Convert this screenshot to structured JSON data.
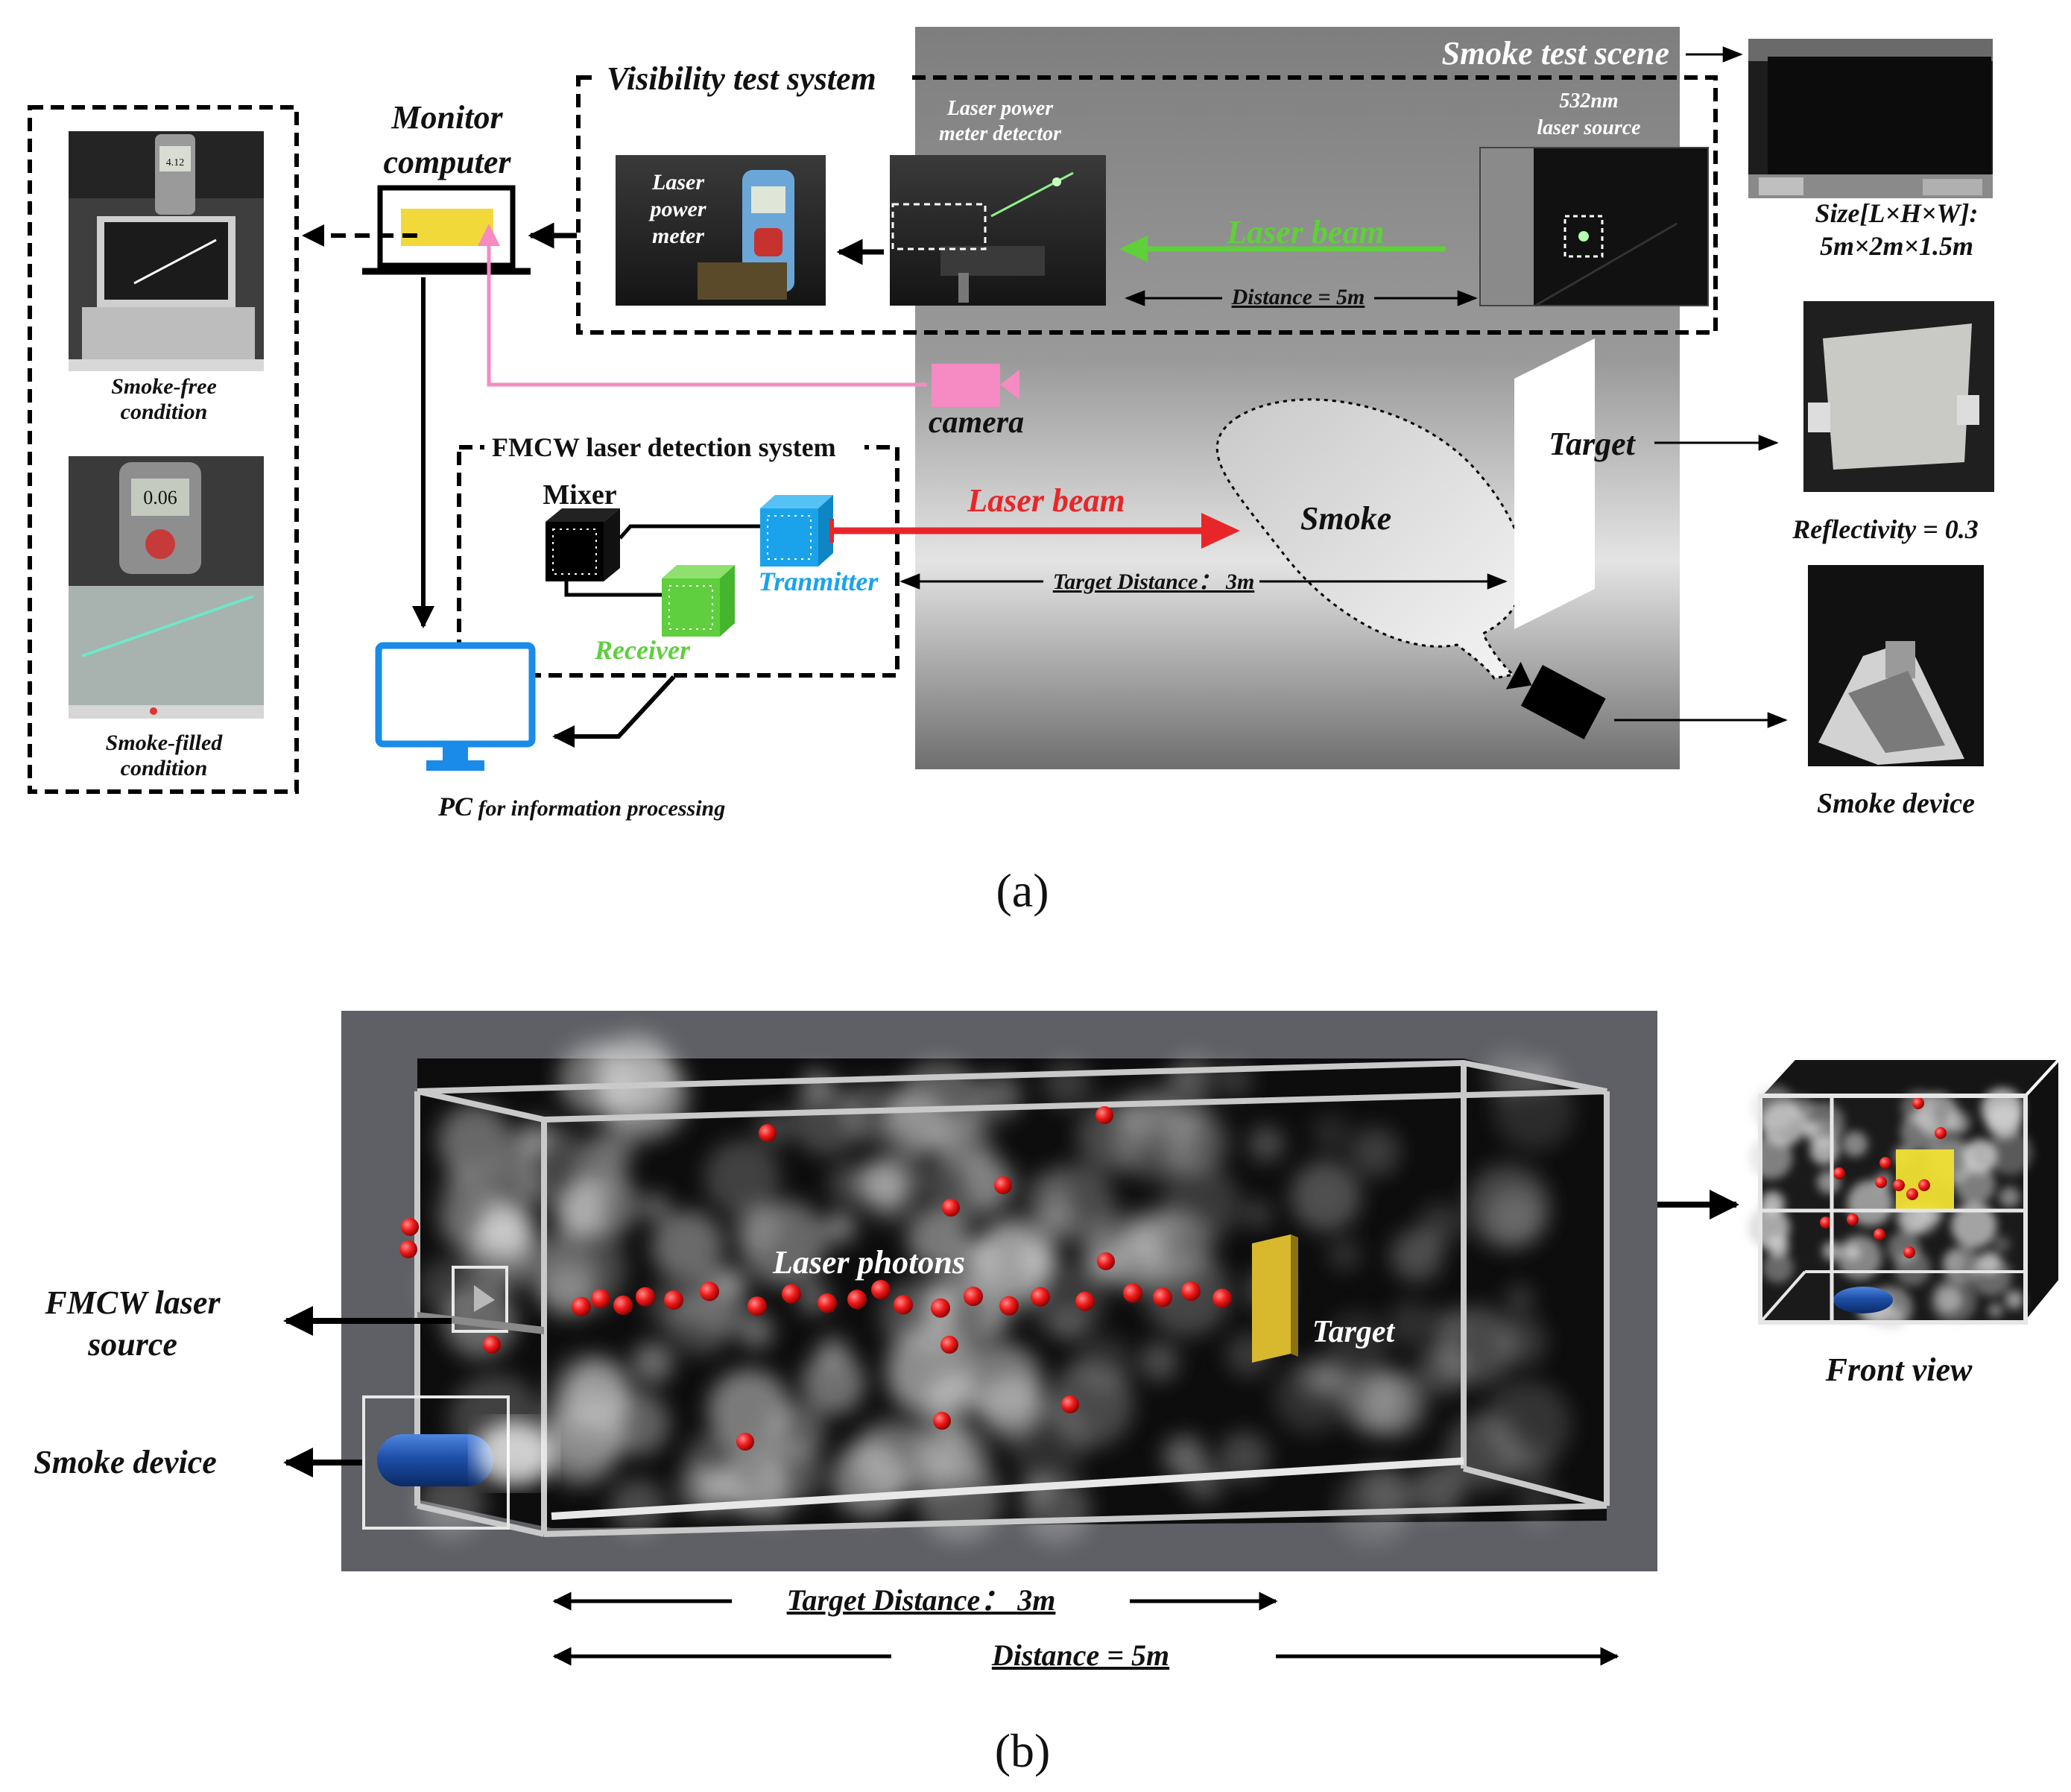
{
  "panel_a": {
    "caption": "(a)",
    "monitor_computer": "Monitor computer",
    "monitor_computer_lines": [
      "Monitor",
      "computer"
    ],
    "visibility_test_system": "Visibility test system",
    "smoke_test_scene": "Smoke test scene",
    "laser_power_meter": "Laser power meter",
    "laser_power_meter_lines": [
      "Laser",
      "power",
      "meter"
    ],
    "laser_power_meter_detector": "Laser power meter detector",
    "laser_power_meter_detector_lines": [
      "Laser power",
      "meter detector"
    ],
    "laser_source_532": "532nm laser source",
    "laser_source_532_lines": [
      "532nm",
      "laser source"
    ],
    "green_laser_beam": "Laser beam",
    "distance_5m": "Distance = 5m",
    "size_label": "Size[L×H×W]:",
    "size_value": "5m×2m×1.5m",
    "smoke_free_lines": [
      "Smoke-free",
      "condition"
    ],
    "smoke_filled_lines": [
      "Smoke-filled",
      "condition"
    ],
    "meter_reading_free": "4.12",
    "meter_reading_filled": "0.06",
    "camera": "camera",
    "fmcw_system": "FMCW laser detection system",
    "mixer": "Mixer",
    "transmitter": "Tranmitter",
    "receiver": "Receiver",
    "red_laser_beam": "Laser beam",
    "smoke": "Smoke",
    "target": "Target",
    "target_distance": "Target Distance： 3m",
    "reflectivity": "Reflectivity = 0.3",
    "smoke_device": "Smoke device",
    "pc_label_pc": "PC",
    "pc_label_rest": " for information processing"
  },
  "panel_b": {
    "caption": "(b)",
    "laser_photons": "Laser photons",
    "target": "Target",
    "fmcw_source_lines": [
      "FMCW laser",
      "source"
    ],
    "smoke_device": "Smoke device",
    "front_view": "Front view",
    "target_distance": "Target Distance： 3m",
    "distance_5m": "Distance = 5m"
  },
  "colors": {
    "green_beam": "#5fd03a",
    "red_beam": "#e8262a",
    "transmitter_blue": "#1aa3ea",
    "receiver_green": "#5fcf3f",
    "camera_pink": "#f58bc2",
    "pc_blue": "#1a8be8",
    "monitor_screen_yellow": "#f2d93a",
    "photon_red": "#ee1c1c",
    "target_gold": "#d8b82c",
    "smoke_device_blue": "#1e4fa8"
  }
}
